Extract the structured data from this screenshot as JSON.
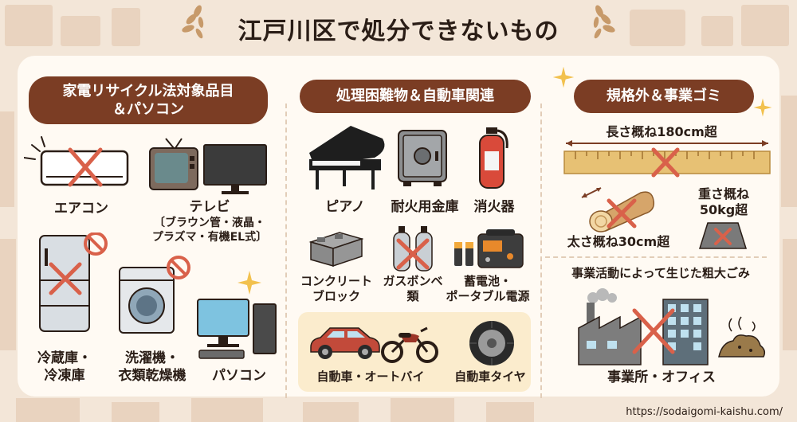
{
  "title": "江戸川区で処分できないもの",
  "categories": {
    "appliances": {
      "line1": "家電リサイクル法対象品目",
      "line2": "＆パソコン"
    },
    "difficult": {
      "label": "処理困難物＆自動車関連"
    },
    "oversize": {
      "label": "規格外＆事業ゴミ"
    }
  },
  "appliances": {
    "aircon": "エアコン",
    "tv": {
      "line1": "テレビ",
      "line2": "〔ブラウン管・液晶・",
      "line3": "プラズマ・有機EL式〕"
    },
    "fridge": {
      "line1": "冷蔵庫・",
      "line2": "冷凍庫"
    },
    "washer": {
      "line1": "洗濯機・",
      "line2": "衣類乾燥機"
    },
    "pc": "パソコン"
  },
  "difficult": {
    "piano": "ピアノ",
    "safe": "耐火用金庫",
    "extinguisher": "消火器",
    "block": {
      "line1": "コンクリート",
      "line2": "ブロック"
    },
    "gas": {
      "line1": "ガスボンベ",
      "line2": "類"
    },
    "battery": {
      "line1": "蓄電池・",
      "line2": "ポータブル電源"
    },
    "vehicle": "自動車・オートバイ",
    "tire": "自動車タイヤ"
  },
  "oversize": {
    "length": "長さ概ね180cm超",
    "thickness": "太さ概ね30cm超",
    "weight": {
      "line1": "重さ概ね",
      "line2": "50kg超"
    },
    "business_heading": "事業活動によって生じた粗大ごみ",
    "office": "事業所・オフィス"
  },
  "url": "https://sodaigomi-kaishu.com/",
  "colors": {
    "category_bg": "#7b3d24",
    "cross": "#d9614a",
    "background": "#f3e6d8",
    "panel": "#fffaf3",
    "vehicle_box": "#fbeccd"
  }
}
